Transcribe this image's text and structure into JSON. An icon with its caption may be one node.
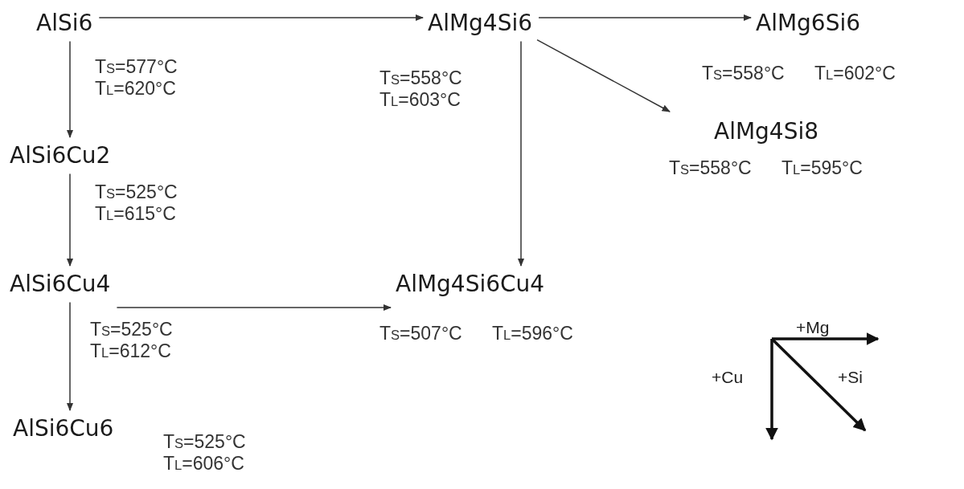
{
  "diagram": {
    "nodes": [
      {
        "text": [
          "AlSi6"
        ],
        "beside": [
          "T$_{S}$=577°C",
          "T$_{L}$=620°C"
        ]
      },
      {
        "text": [
          "AlMg4Si6"
        ],
        "beside": [
          "T$_{S}$=558°C",
          "T$_{L}$=603°C"
        ]
      },
      {
        "text": [
          "AlMg6Si6"
        ],
        "beside": [
          "T$_{S}$=558°C",
          "T$_{L}$=602°C"
        ]
      },
      {
        "text": [
          "AlMg4Si8"
        ],
        "beside": [
          "T$_{S}$=558°C",
          "T$_{L}$=595°C"
        ]
      },
      {
        "text": [
          "AlSi6Cu2"
        ],
        "beside": [
          "T$_{S}$=525°C",
          "T$_{L}$=615°C"
        ]
      },
      {
        "text": [
          "AlSi6Cu4"
        ],
        "beside": [
          "T$_{S}$=525°C",
          "T$_{L}$=612°C"
        ]
      },
      {
        "text": [
          "AlMg4Si6Cu4"
        ],
        "beside": [
          "T$_{S}$=507°C",
          "T$_{L}$=596°C"
        ]
      },
      {
        "text": [
          "AlSi6Cu6"
        ],
        "beside": [
          "T$_{S}$=525°C",
          "T$_{L}$=606°C"
        ]
      }
    ],
    "edges": [
      {
        "from": 0,
        "to": 1,
        "arrow": "to"
      },
      {
        "from": 1,
        "to": 2,
        "arrow": "to"
      },
      {
        "from": 1,
        "to": 3,
        "arrow": "to"
      },
      {
        "from": 0,
        "to": 4,
        "arrow": "to"
      },
      {
        "from": 1,
        "to": 6,
        "arrow": "to"
      },
      {
        "from": 4,
        "to": 5,
        "arrow": "to"
      },
      {
        "from": 5,
        "to": 6,
        "arrow": "to"
      },
      {
        "from": 5,
        "to": 7,
        "arrow": "to"
      }
    ],
    "labels": [
      "+Mg",
      "+Cu",
      "+Si"
    ]
  }
}
